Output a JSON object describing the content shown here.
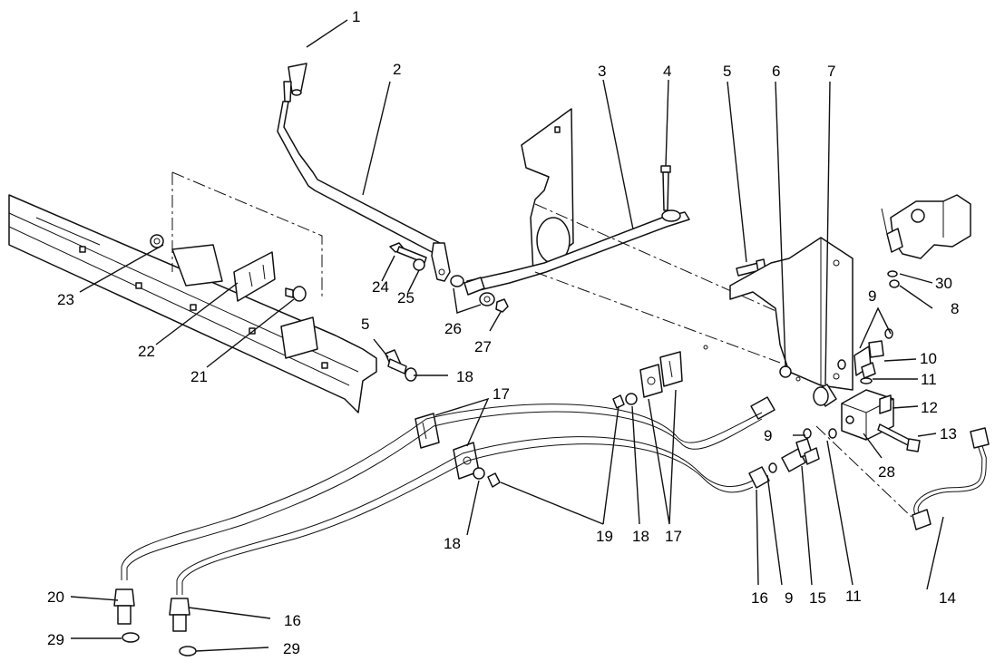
{
  "callouts": {
    "n1": "1",
    "n2": "2",
    "n3": "3",
    "n4": "4",
    "n5a": "5",
    "n5b": "5",
    "n6": "6",
    "n7": "7",
    "n8": "8",
    "n9a": "9",
    "n9b": "9",
    "n9c": "9",
    "n10": "10",
    "n11a": "11",
    "n11b": "11",
    "n12": "12",
    "n13": "13",
    "n14": "14",
    "n15": "15",
    "n16a": "16",
    "n16b": "16",
    "n17a": "17",
    "n17b": "17",
    "n18a": "18",
    "n18b": "18",
    "n18c": "18",
    "n19": "19",
    "n20": "20",
    "n21": "21",
    "n22": "22",
    "n23": "23",
    "n24": "24",
    "n25": "25",
    "n26": "26",
    "n27": "27",
    "n28": "28",
    "n29a": "29",
    "n29b": "29",
    "n30": "30"
  },
  "colors": {
    "line": "#111111",
    "background": "#ffffff"
  }
}
